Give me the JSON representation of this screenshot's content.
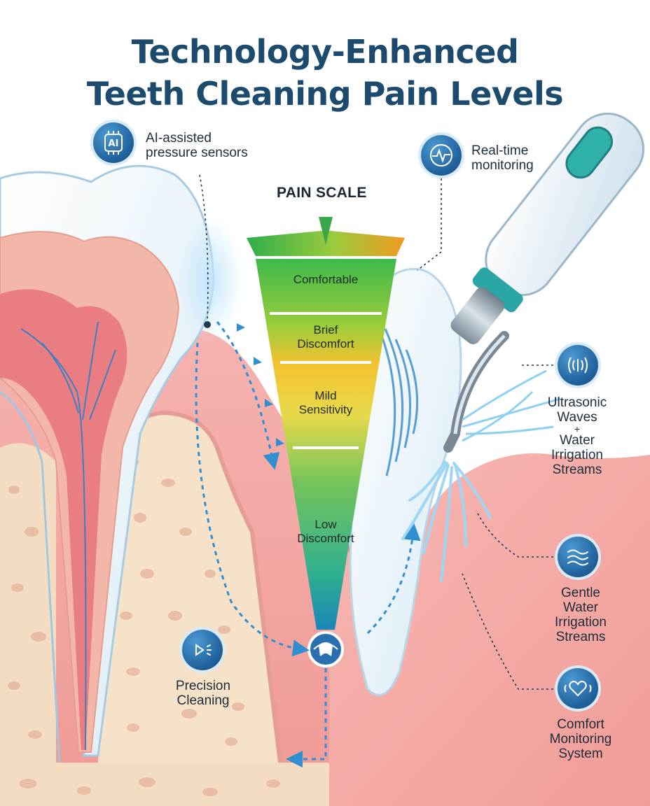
{
  "title": {
    "line1": "Technology-Enhanced",
    "line2": "Teeth Cleaning Pain Levels"
  },
  "pain_scale": {
    "heading": "PAIN SCALE",
    "levels": [
      {
        "label": "Comfortable"
      },
      {
        "line1": "Brief",
        "line2": "Discomfort"
      },
      {
        "line1": "Mild",
        "line2": "Sensitivity"
      },
      {
        "line1": "Low",
        "line2": "Discomfort"
      }
    ]
  },
  "callouts": {
    "ai_sensors": {
      "icon_text": "AI",
      "icon": "ai-chip-icon",
      "line1": "AI-assisted",
      "line2": "pressure sensors"
    },
    "realtime": {
      "icon": "pulse-monitor-icon",
      "line1": "Real-time",
      "line2": "monitoring"
    },
    "ultrasonic": {
      "icon": "sound-waves-icon",
      "line1": "Ultrasonic",
      "line2": "Waves",
      "line3": "+",
      "line4": "Water",
      "line5": "Irrigation",
      "line6": "Streams"
    },
    "gentle_water": {
      "icon": "water-flow-icon",
      "line1": "Gentle",
      "line2": "Water",
      "line3": "Irrigation",
      "line4": "Streams"
    },
    "comfort": {
      "icon": "heart-monitor-icon",
      "line1": "Comfort",
      "line2": "Monitoring",
      "line3": "System"
    },
    "precision": {
      "icon": "precision-tool-icon",
      "line1": "Precision",
      "line2": "Cleaning"
    }
  },
  "colors": {
    "title": "#1d4b6e",
    "gum": "#f3a5a2",
    "bone": "#f6e0c8",
    "tooth": "#eef6fb",
    "icon": "#2a6fae",
    "arrows": "#2f8fd0",
    "scale_top": "#f0a020",
    "scale_mid": "#f2d23a",
    "scale_bottom": "#1a9bb8"
  }
}
